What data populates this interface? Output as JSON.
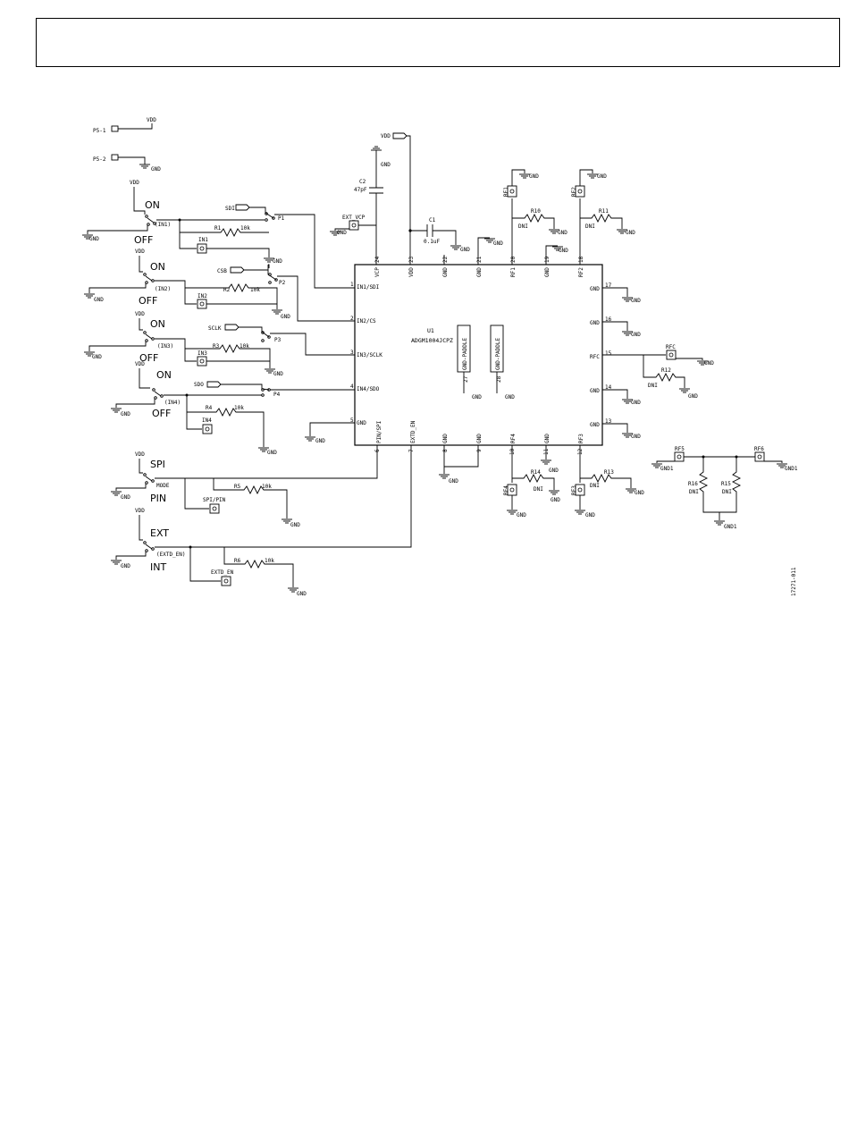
{
  "header": {
    "title": ""
  },
  "figure_id": "17271-011",
  "chip": {
    "ref": "U1",
    "part": "ADGM1004JCPZ",
    "paddle1_pin": "27",
    "paddle1_label": "GND-PADDLE",
    "paddle2_pin": "28",
    "paddle2_label": "GND-PADDLE",
    "left_pins": [
      {
        "num": "1",
        "name": "IN1/SDI"
      },
      {
        "num": "2",
        "name": "IN2/CS"
      },
      {
        "num": "3",
        "name": "IN3/SCLK"
      },
      {
        "num": "4",
        "name": "IN4/SDO"
      },
      {
        "num": "5",
        "name": "GND"
      }
    ],
    "top_pins": [
      {
        "num": "24",
        "name": "VCP"
      },
      {
        "num": "23",
        "name": "VDD"
      },
      {
        "num": "22",
        "name": "GND"
      },
      {
        "num": "21",
        "name": "GND"
      },
      {
        "num": "20",
        "name": "RF1"
      },
      {
        "num": "19",
        "name": "GND"
      },
      {
        "num": "18",
        "name": "RF2"
      }
    ],
    "right_pins": [
      {
        "num": "17",
        "name": "GND"
      },
      {
        "num": "16",
        "name": "GND"
      },
      {
        "num": "15",
        "name": "RFC"
      },
      {
        "num": "14",
        "name": "GND"
      },
      {
        "num": "13",
        "name": "GND"
      }
    ],
    "bottom_pins": [
      {
        "num": "6",
        "name": "PIN/SPI"
      },
      {
        "num": "7",
        "name": "EXTD_EN"
      },
      {
        "num": "8",
        "name": "GND"
      },
      {
        "num": "9",
        "name": "GND"
      },
      {
        "num": "10",
        "name": "RF4"
      },
      {
        "num": "11",
        "name": "GND"
      },
      {
        "num": "12",
        "name": "RF3"
      }
    ]
  },
  "power": {
    "p5_1": "P5-1",
    "p5_2": "P5-2",
    "vdd": "VDD",
    "gnd": "GND",
    "c2_ref": "C2",
    "c2_val": "47pF",
    "c1_ref": "C1",
    "c1_val": "0.1uF",
    "ext_vcp": "EXT_VCP"
  },
  "switches": [
    {
      "vdd": "VDD",
      "on": "ON",
      "off": "OFF",
      "net": "(IN1)",
      "sig": "SDI",
      "port": "P1",
      "res": "R1",
      "val": "10k",
      "tp": "IN1"
    },
    {
      "vdd": "VDD",
      "on": "ON",
      "off": "OFF",
      "net": "(IN2)",
      "sig": "CSB",
      "port": "P2",
      "res": "R2",
      "val": "10k",
      "tp": "IN2"
    },
    {
      "vdd": "VDD",
      "on": "ON",
      "off": "OFF",
      "net": "(IN3)",
      "sig": "SCLK",
      "port": "P3",
      "res": "R3",
      "val": "10k",
      "tp": "IN3"
    },
    {
      "vdd": "VDD",
      "on": "ON",
      "off": "OFF",
      "net": "(IN4)",
      "sig": "SDO",
      "port": "P4",
      "res": "R4",
      "val": "10k",
      "tp": "IN4"
    }
  ],
  "mode_switch": {
    "vdd": "VDD",
    "top": "SPI",
    "net": "MODE",
    "bottom": "PIN",
    "res": "R5",
    "val": "10k",
    "tp": "SPI/PIN"
  },
  "ext_switch": {
    "vdd": "VDD",
    "top": "EXT",
    "net": "(EXTD_EN)",
    "bottom": "INT",
    "res": "R6",
    "val": "10k",
    "tp": "EXTD_EN"
  },
  "rf": {
    "rf1": "RF1",
    "rf2": "RF2",
    "rf3": "RF3",
    "rf4": "RF4",
    "rfc": "RFC",
    "r10": "R10",
    "r11": "R11",
    "r12": "R12",
    "r13": "R13",
    "r14": "R14",
    "dni": "DNI",
    "rf5": "RF5",
    "rf6": "RF6",
    "r15": "R15",
    "r16": "R16",
    "gnd1": "GND1"
  }
}
